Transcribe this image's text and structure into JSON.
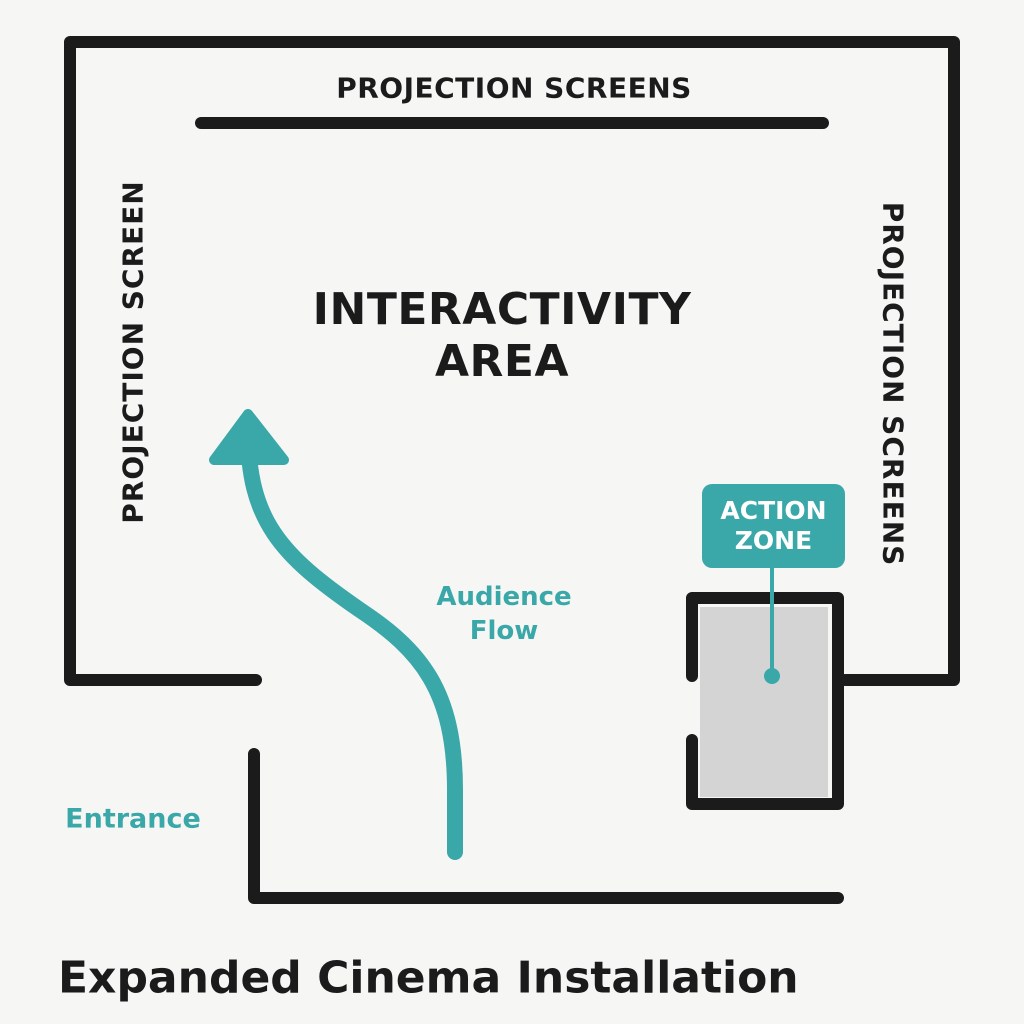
{
  "title": "Expanded Cinema Installation",
  "labels": {
    "top_screens": "PROJECTION SCREENS",
    "left_screen": "PROJECTION SCREEN",
    "right_screens": "PROJECTION SCREENS",
    "center_line1": "INTERACTIVITY",
    "center_line2": "AREA",
    "flow_line1": "Audience",
    "flow_line2": "Flow",
    "entrance": "Entrance",
    "action_line1": "ACTION",
    "action_line2": "ZONE"
  },
  "colors": {
    "wall": "#1b1b1b",
    "accent": "#3aa7a8",
    "zone_fill": "#d4d4d4",
    "background": "#f6f6f5"
  }
}
